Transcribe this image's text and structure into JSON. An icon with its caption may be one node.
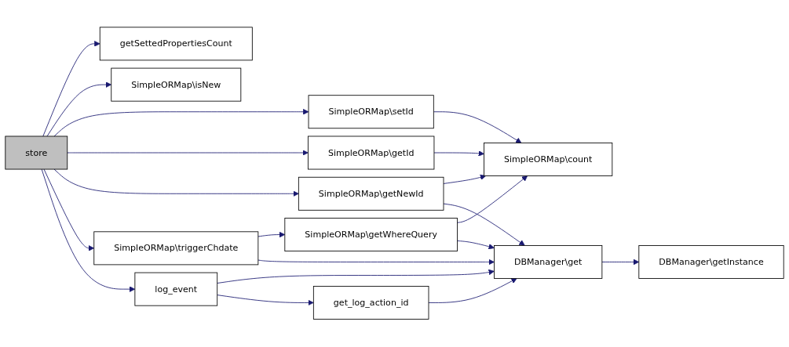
{
  "diagram": {
    "nodes": [
      {
        "text": [
          "store"
        ]
      },
      {
        "text": [
          "getSettedPropertiesCount"
        ]
      },
      {
        "text": [
          "SimpleORMap\\isNew"
        ]
      },
      {
        "text": [
          "SimpleORMap\\setId"
        ]
      },
      {
        "text": [
          "SimpleORMap\\getId"
        ]
      },
      {
        "text": [
          "SimpleORMap\\getNewId"
        ]
      },
      {
        "text": [
          "SimpleORMap\\triggerChdate"
        ]
      },
      {
        "text": [
          "SimpleORMap\\getWhereQuery"
        ]
      },
      {
        "text": [
          "SimpleORMap\\count"
        ]
      },
      {
        "text": [
          "DBManager\\get"
        ]
      },
      {
        "text": [
          "DBManager\\getInstance"
        ]
      },
      {
        "text": [
          "log_event"
        ]
      },
      {
        "text": [
          "get_log_action_id"
        ]
      }
    ],
    "edges": [
      {
        "from": 0,
        "to": 1,
        "arrow": "to"
      },
      {
        "from": 0,
        "to": 2,
        "arrow": "to"
      },
      {
        "from": 0,
        "to": 3,
        "arrow": "to"
      },
      {
        "from": 0,
        "to": 4,
        "arrow": "to"
      },
      {
        "from": 0,
        "to": 5,
        "arrow": "to"
      },
      {
        "from": 0,
        "to": 6,
        "arrow": "to"
      },
      {
        "from": 0,
        "to": 11,
        "arrow": "to"
      },
      {
        "from": 3,
        "to": 8,
        "arrow": "to"
      },
      {
        "from": 4,
        "to": 8,
        "arrow": "to"
      },
      {
        "from": 5,
        "to": 8,
        "arrow": "to"
      },
      {
        "from": 5,
        "to": 9,
        "arrow": "to"
      },
      {
        "from": 6,
        "to": 7,
        "arrow": "to"
      },
      {
        "from": 6,
        "to": 9,
        "arrow": "to"
      },
      {
        "from": 7,
        "to": 8,
        "arrow": "to"
      },
      {
        "from": 7,
        "to": 9,
        "arrow": "to"
      },
      {
        "from": 9,
        "to": 10,
        "arrow": "to"
      },
      {
        "from": 11,
        "to": 9,
        "arrow": "to"
      },
      {
        "from": 11,
        "to": 12,
        "arrow": "to"
      },
      {
        "from": 12,
        "to": 9,
        "arrow": "to"
      }
    ]
  }
}
